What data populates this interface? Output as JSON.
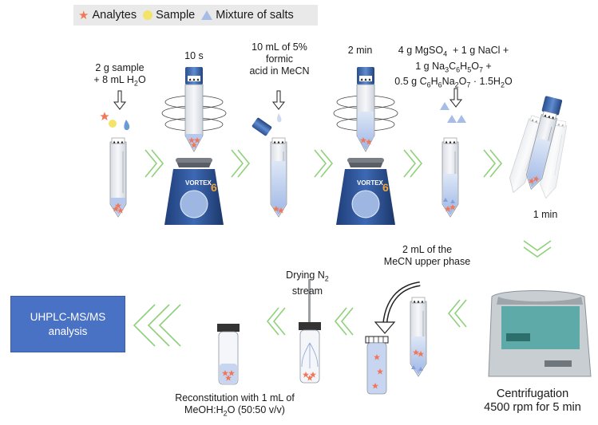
{
  "legend": {
    "analytes": "Analytes",
    "sample": "Sample",
    "salts": "Mixture of salts",
    "colors": {
      "analyte": "#f0785a",
      "sample": "#f2e36a",
      "salt": "#a7bde6"
    }
  },
  "steps": {
    "s1_line1": "2 g sample",
    "s1_line2": "+ 8 mL H",
    "s1_line2_sub": "2",
    "s1_line2_end": "O",
    "vortex1": "10 s",
    "s2_line1": "10 mL of 5%",
    "s2_line2": "formic",
    "s2_line3": "acid in MeCN",
    "vortex2": "2 min",
    "s3_line1": "4 g MgSO",
    "s3_line1_sub": "4",
    "s3_line1_end": "  + 1 g NaCl +",
    "s3_line2": "1 g Na",
    "s3_line2_sub1": "3",
    "s3_line2_mid1": "C",
    "s3_line2_sub2": "6",
    "s3_line2_mid2": "H",
    "s3_line2_sub3": "5",
    "s3_line2_mid3": "O",
    "s3_line2_sub4": "7",
    "s3_line2_end": " +",
    "s3_line3": "0.5 g C",
    "s3_line3_sub1": "6",
    "s3_line3_mid1": "H",
    "s3_line3_sub2": "6",
    "s3_line3_mid2": "Na",
    "s3_line3_sub3": "2",
    "s3_line3_mid3": "O",
    "s3_line3_sub4": "7",
    "s3_line3_end": " · 1.5H",
    "s3_line3_sub5": "2",
    "s3_line3_end2": "O",
    "shake": "1 min",
    "centrifugation_line1": "Centrifugation",
    "centrifugation_line2": "4500 rpm for 5 min",
    "upper_line1": "2 mL of the",
    "upper_line2": "MeCN upper phase",
    "drying_line1": "Drying N",
    "drying_sub": "2",
    "drying_line2": "stream",
    "recon_line1": "Reconstitution with 1 mL of",
    "recon_line2": "MeOH:H",
    "recon_sub": "2",
    "recon_line2_end": "O (50:50 v/v)",
    "analysis_line1": "UHPLC-MS/MS",
    "analysis_line2": "analysis",
    "vortex_brand": "VORTEX"
  }
}
